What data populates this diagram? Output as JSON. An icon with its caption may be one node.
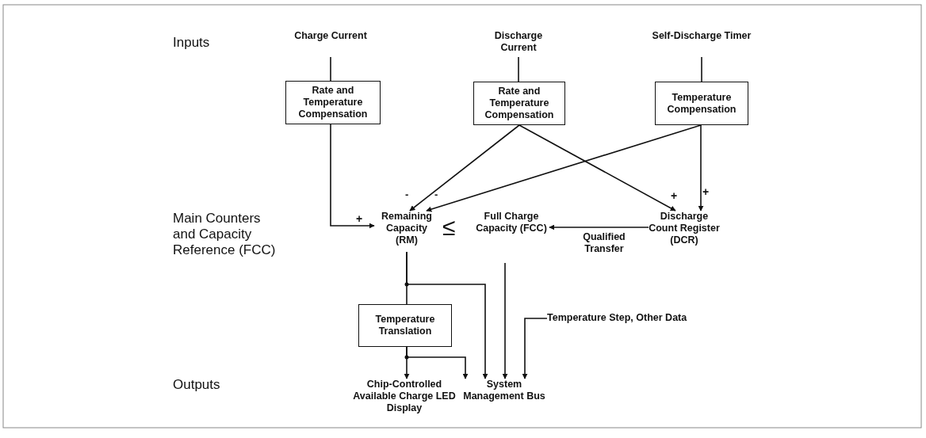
{
  "diagram": {
    "nodes": [
      {
        "text": [
          "Charge Current"
        ]
      },
      {
        "text": [
          "Discharge Current"
        ]
      },
      {
        "text": [
          "Self-Discharge Timer"
        ]
      },
      {
        "text": [
          "Rate and Temperature Compensation"
        ]
      },
      {
        "text": [
          "Rate and Temperature Compensation"
        ]
      },
      {
        "text": [
          "Temperature Compensation"
        ]
      },
      {
        "text": [
          "Remaining Capacity (RM)"
        ]
      },
      {
        "text": [
          "Full Charge Capacity (FCC)"
        ]
      },
      {
        "text": [
          "Discharge Count Register (DCR)"
        ]
      },
      {
        "text": [
          "Temperature Translation"
        ]
      },
      {
        "text": [
          "Chip-Controlled Available Charge LED Display"
        ]
      },
      {
        "text": [
          "System Management Bus"
        ]
      },
      {
        "text": [
          "Temperature Step, Other Data"
        ]
      }
    ],
    "edges": [
      {
        "from": 0,
        "to": 3,
        "arrow": "none"
      },
      {
        "from": 1,
        "to": 4,
        "arrow": "none"
      },
      {
        "from": 2,
        "to": 5,
        "arrow": "none"
      },
      {
        "from": 3,
        "to": 6,
        "arrow": "to"
      },
      {
        "from": 4,
        "to": 6,
        "arrow": "to"
      },
      {
        "from": 5,
        "to": 6,
        "arrow": "to"
      },
      {
        "from": 4,
        "to": 8,
        "arrow": "to"
      },
      {
        "from": 5,
        "to": 8,
        "arrow": "to"
      },
      {
        "from": 8,
        "to": 7,
        "arrow": "to",
        "label": "Qualified Transfer"
      },
      {
        "from": 6,
        "to": 9,
        "arrow": "none"
      },
      {
        "from": 6,
        "to": 11,
        "arrow": "to"
      },
      {
        "from": 9,
        "to": 10,
        "arrow": "to"
      },
      {
        "from": 9,
        "to": 11,
        "arrow": "to"
      },
      {
        "from": 7,
        "to": 11,
        "arrow": "to"
      },
      {
        "from": 12,
        "to": 11,
        "arrow": "to"
      }
    ],
    "labels": [
      "Inputs",
      "-",
      "-",
      "+",
      "+",
      "Main Counters and Capacity Reference (FCC)",
      "+",
      "≤",
      "Outputs"
    ]
  }
}
